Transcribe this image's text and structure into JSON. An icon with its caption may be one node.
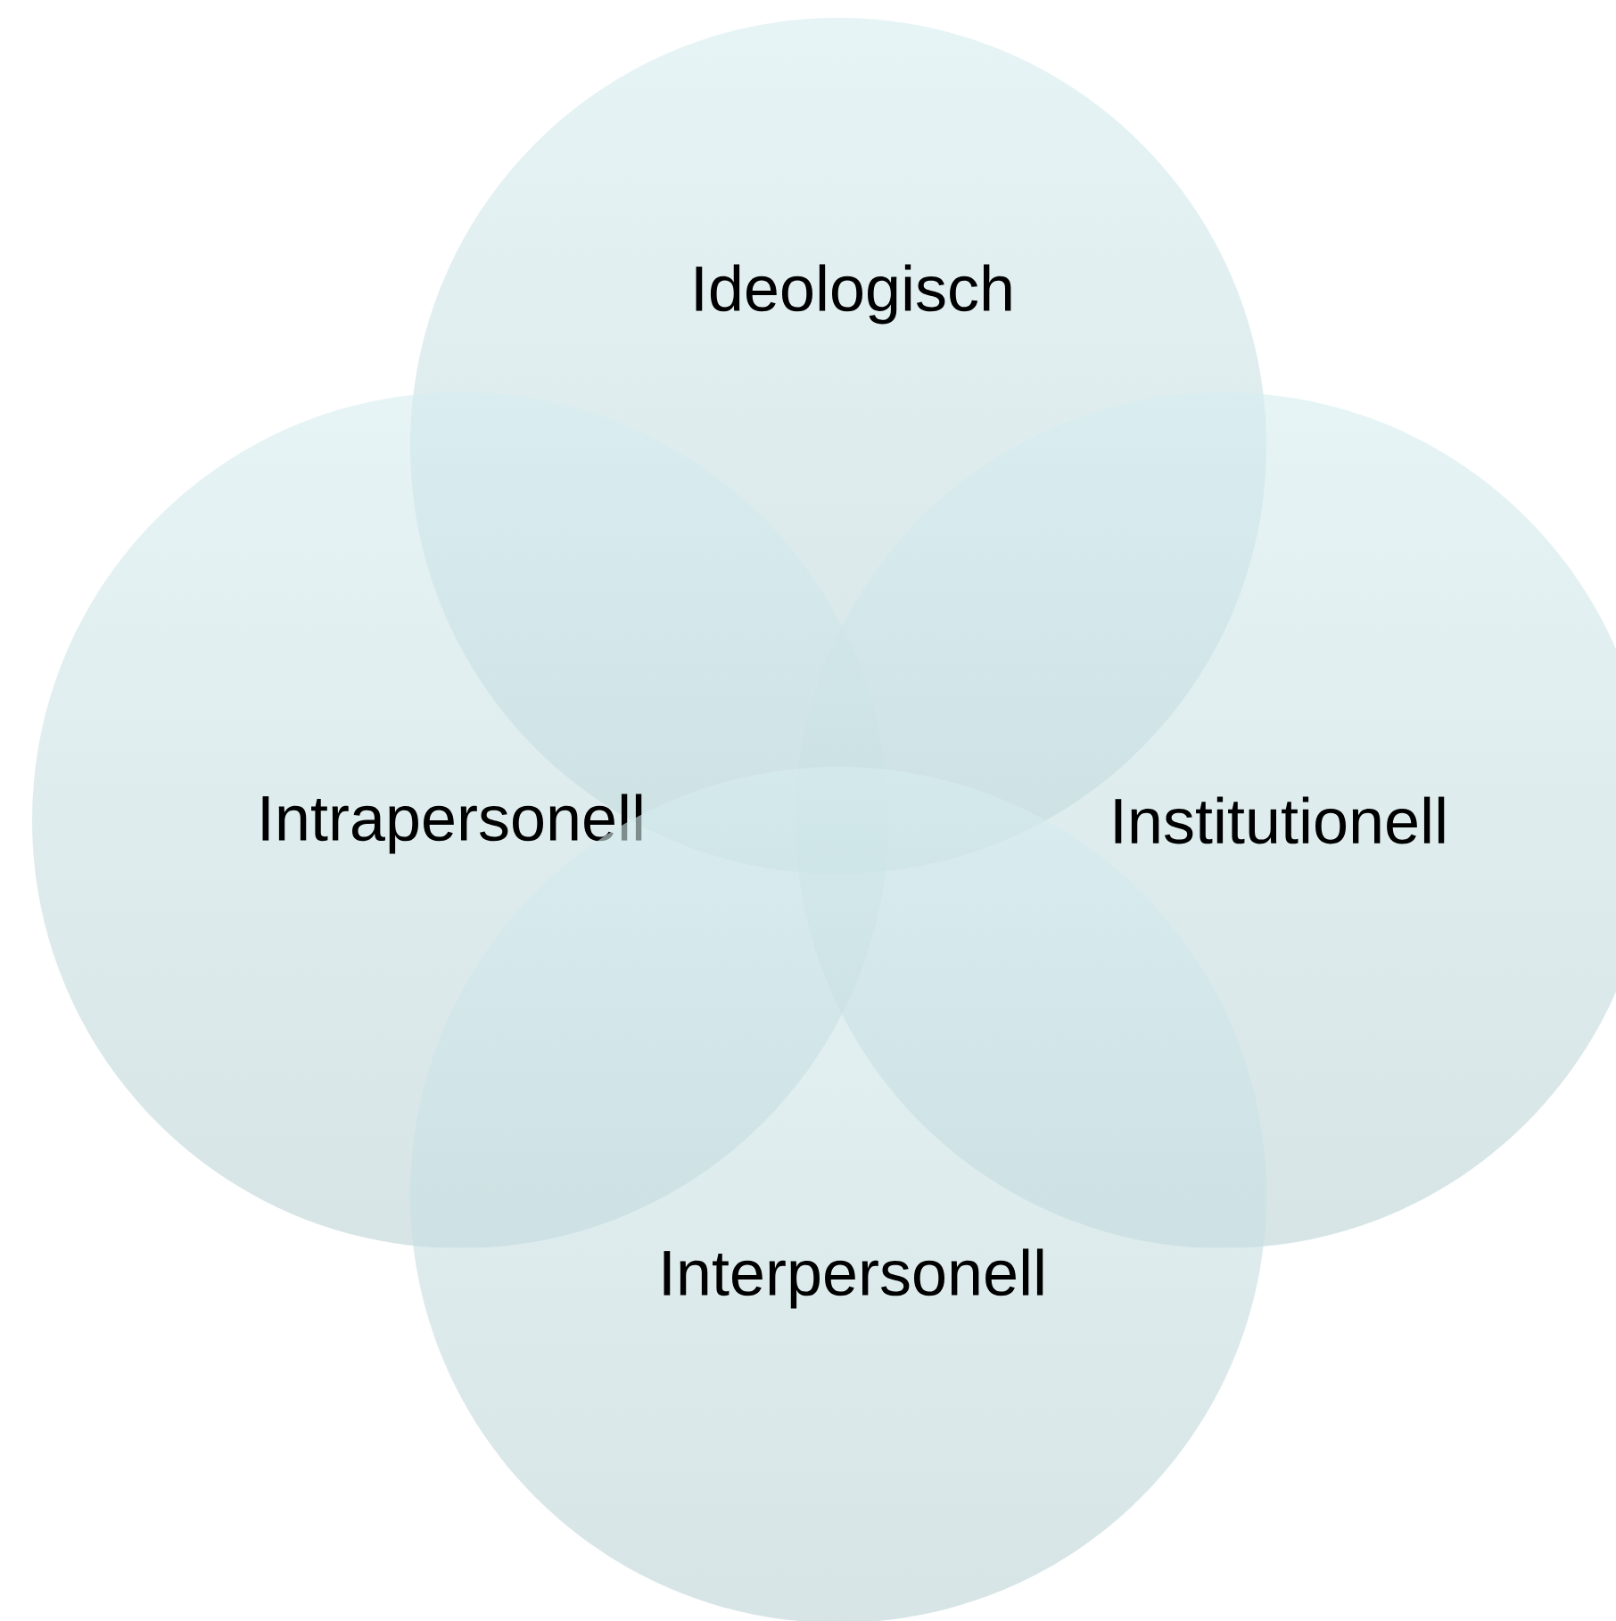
{
  "diagram": {
    "nodes": [
      {
        "text": [
          "Ideologisch"
        ]
      },
      {
        "text": [
          "Intrapersonell"
        ]
      },
      {
        "text": [
          "Institutionell"
        ]
      },
      {
        "text": [
          "Interpersonell"
        ]
      }
    ]
  }
}
